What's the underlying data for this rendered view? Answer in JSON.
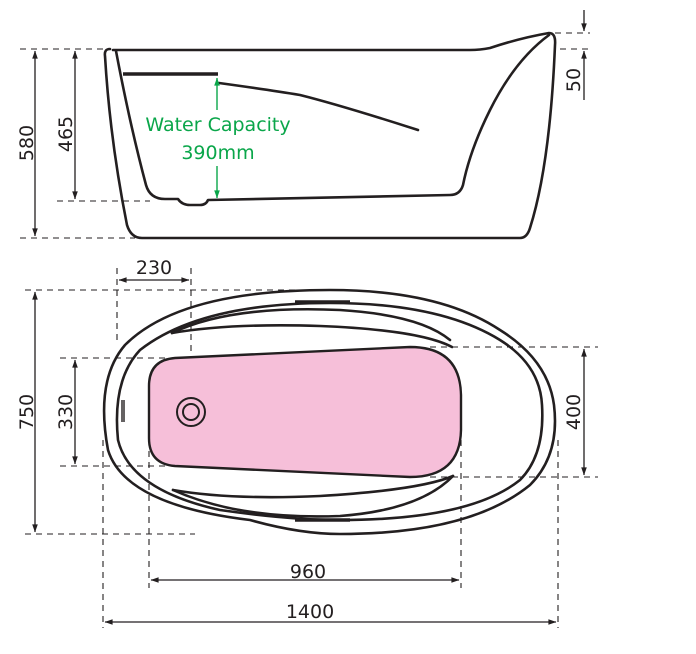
{
  "drawing": {
    "title": "Freestanding bath dimension drawing",
    "colors": {
      "line": "#231f20",
      "water_annotation": "#0aa64a",
      "basin_fill": "#f6bfd9",
      "background": "#ffffff"
    },
    "side_view": {
      "dimensions": {
        "overall_height": "580",
        "inner_depth": "465",
        "headrest_rise": "50"
      },
      "water_capacity": {
        "label": "Water Capacity",
        "value": "390mm"
      }
    },
    "top_view": {
      "dimensions": {
        "waste_offset": "230",
        "overall_width": "750",
        "basin_width_left": "330",
        "basin_width_right": "400",
        "basin_length": "960",
        "overall_length": "1400"
      },
      "icons": {
        "waste": "drain-waste-icon",
        "overflow": "overflow-slot-icon"
      }
    }
  }
}
